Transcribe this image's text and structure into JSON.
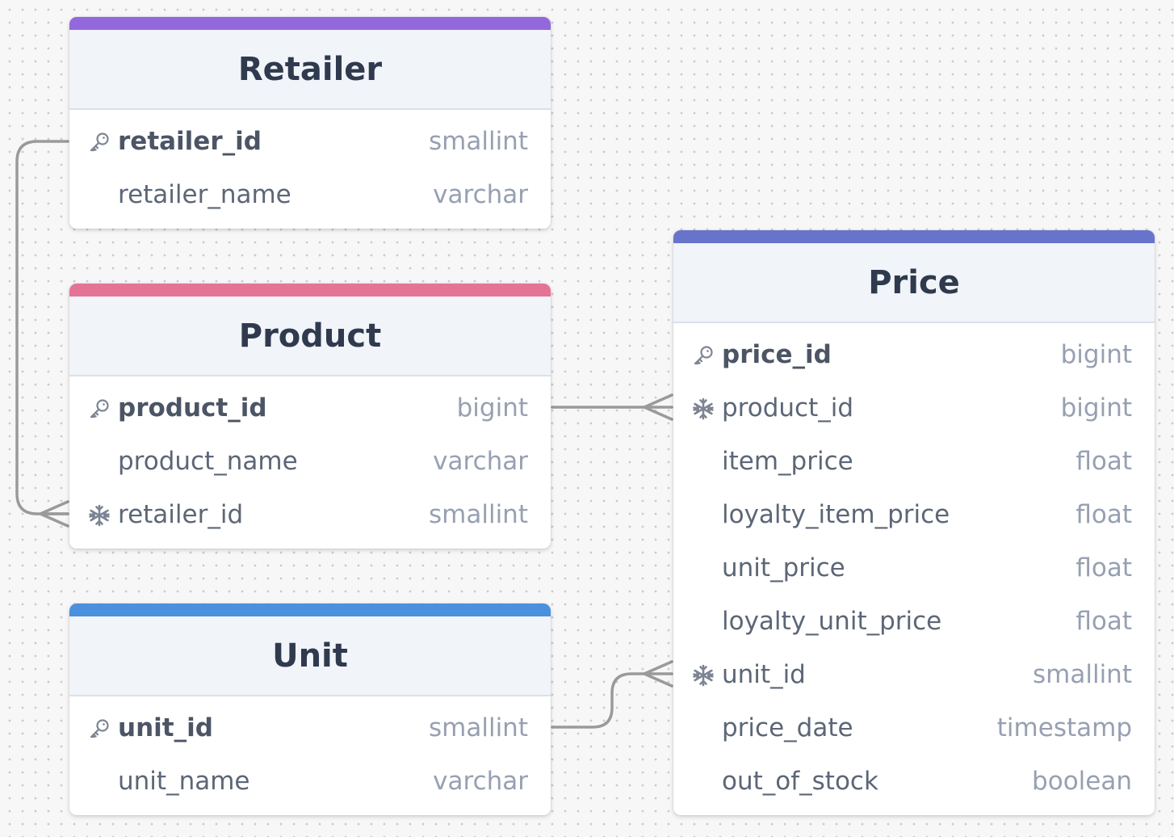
{
  "colors": {
    "retailer": "#9468dd",
    "product": "#e57396",
    "unit": "#4a90dd",
    "price": "#6874cb"
  },
  "tables": {
    "retailer": {
      "title": "Retailer",
      "rows": [
        {
          "name": "retailer_id",
          "type": "smallint",
          "icon": "key-icon"
        },
        {
          "name": "retailer_name",
          "type": "varchar",
          "icon": ""
        }
      ]
    },
    "product": {
      "title": "Product",
      "rows": [
        {
          "name": "product_id",
          "type": "bigint",
          "icon": "key-icon"
        },
        {
          "name": "product_name",
          "type": "varchar",
          "icon": ""
        },
        {
          "name": "retailer_id",
          "type": "smallint",
          "icon": "snowflake-icon"
        }
      ]
    },
    "unit": {
      "title": "Unit",
      "rows": [
        {
          "name": "unit_id",
          "type": "smallint",
          "icon": "key-icon"
        },
        {
          "name": "unit_name",
          "type": "varchar",
          "icon": ""
        }
      ]
    },
    "price": {
      "title": "Price",
      "rows": [
        {
          "name": "price_id",
          "type": "bigint",
          "icon": "key-icon"
        },
        {
          "name": "product_id",
          "type": "bigint",
          "icon": "snowflake-icon"
        },
        {
          "name": "item_price",
          "type": "float",
          "icon": ""
        },
        {
          "name": "loyalty_item_price",
          "type": "float",
          "icon": ""
        },
        {
          "name": "unit_price",
          "type": "float",
          "icon": ""
        },
        {
          "name": "loyalty_unit_price",
          "type": "float",
          "icon": ""
        },
        {
          "name": "unit_id",
          "type": "smallint",
          "icon": "snowflake-icon"
        },
        {
          "name": "price_date",
          "type": "timestamp",
          "icon": ""
        },
        {
          "name": "out_of_stock",
          "type": "boolean",
          "icon": ""
        }
      ]
    }
  },
  "relationships": [
    {
      "from": "retailer.retailer_id",
      "to": "product.retailer_id",
      "cardinality": "one-to-many"
    },
    {
      "from": "product.product_id",
      "to": "price.product_id",
      "cardinality": "one-to-many"
    },
    {
      "from": "unit.unit_id",
      "to": "price.unit_id",
      "cardinality": "one-to-many"
    }
  ]
}
